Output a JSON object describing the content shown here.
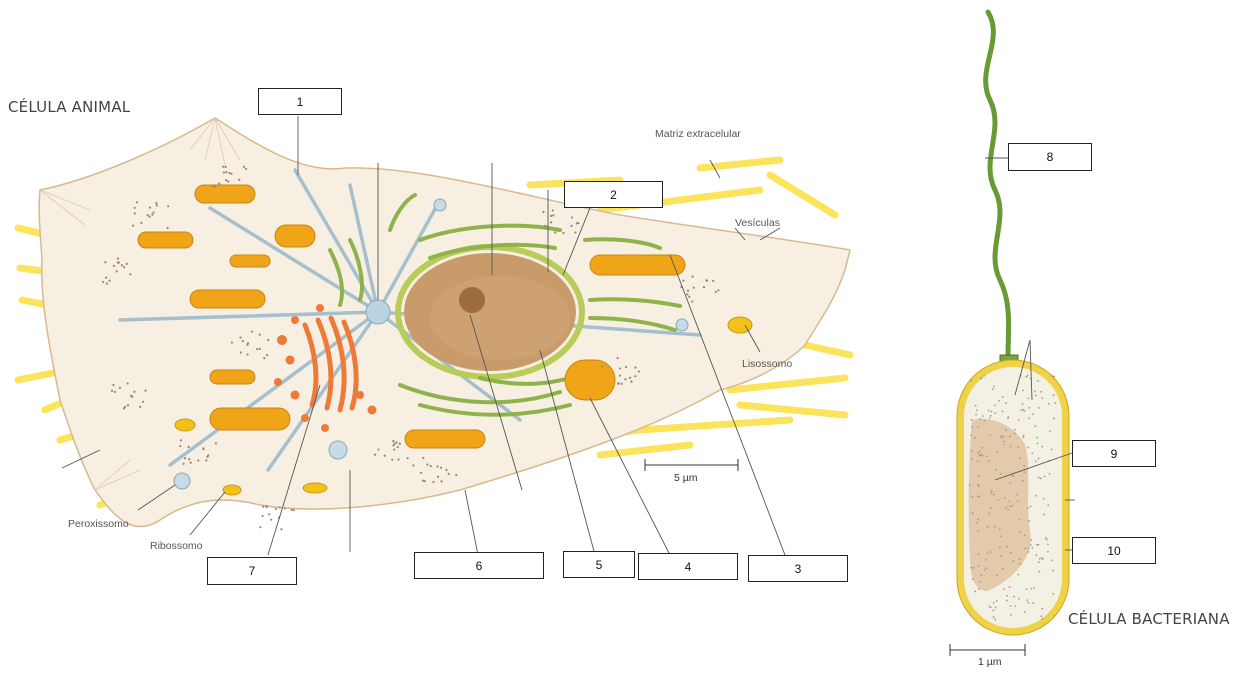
{
  "titles": {
    "animal": "CÉLULA ANIMAL",
    "bacterial": "CÉLULA BACTERIANA"
  },
  "labels": {
    "matrix": "Matriz extracelular",
    "vesicles": "Vesículas",
    "lysosome": "Lisossomo",
    "peroxisome": "Peroxissomo",
    "ribosome": "Ribossomo"
  },
  "boxes": [
    "1",
    "2",
    "3",
    "4",
    "5",
    "6",
    "7",
    "8",
    "9",
    "10"
  ],
  "scales": {
    "animal": "5 µm",
    "bacterial": "1 µm"
  },
  "colors": {
    "cytoplasm": "#f7efe2",
    "membrane": "#d9b98c",
    "nucleus": "#c99a6a",
    "nuclear_envelope": "#b9cc5a",
    "er": "#8fb34a",
    "mitochondria": "#f0a418",
    "golgi": "#ee7a3a",
    "microtubule": "#a6bfcc",
    "matrix_fiber": "#fbe24a",
    "flagellum": "#6a9a35",
    "bacteria_wall": "#f0d248"
  }
}
